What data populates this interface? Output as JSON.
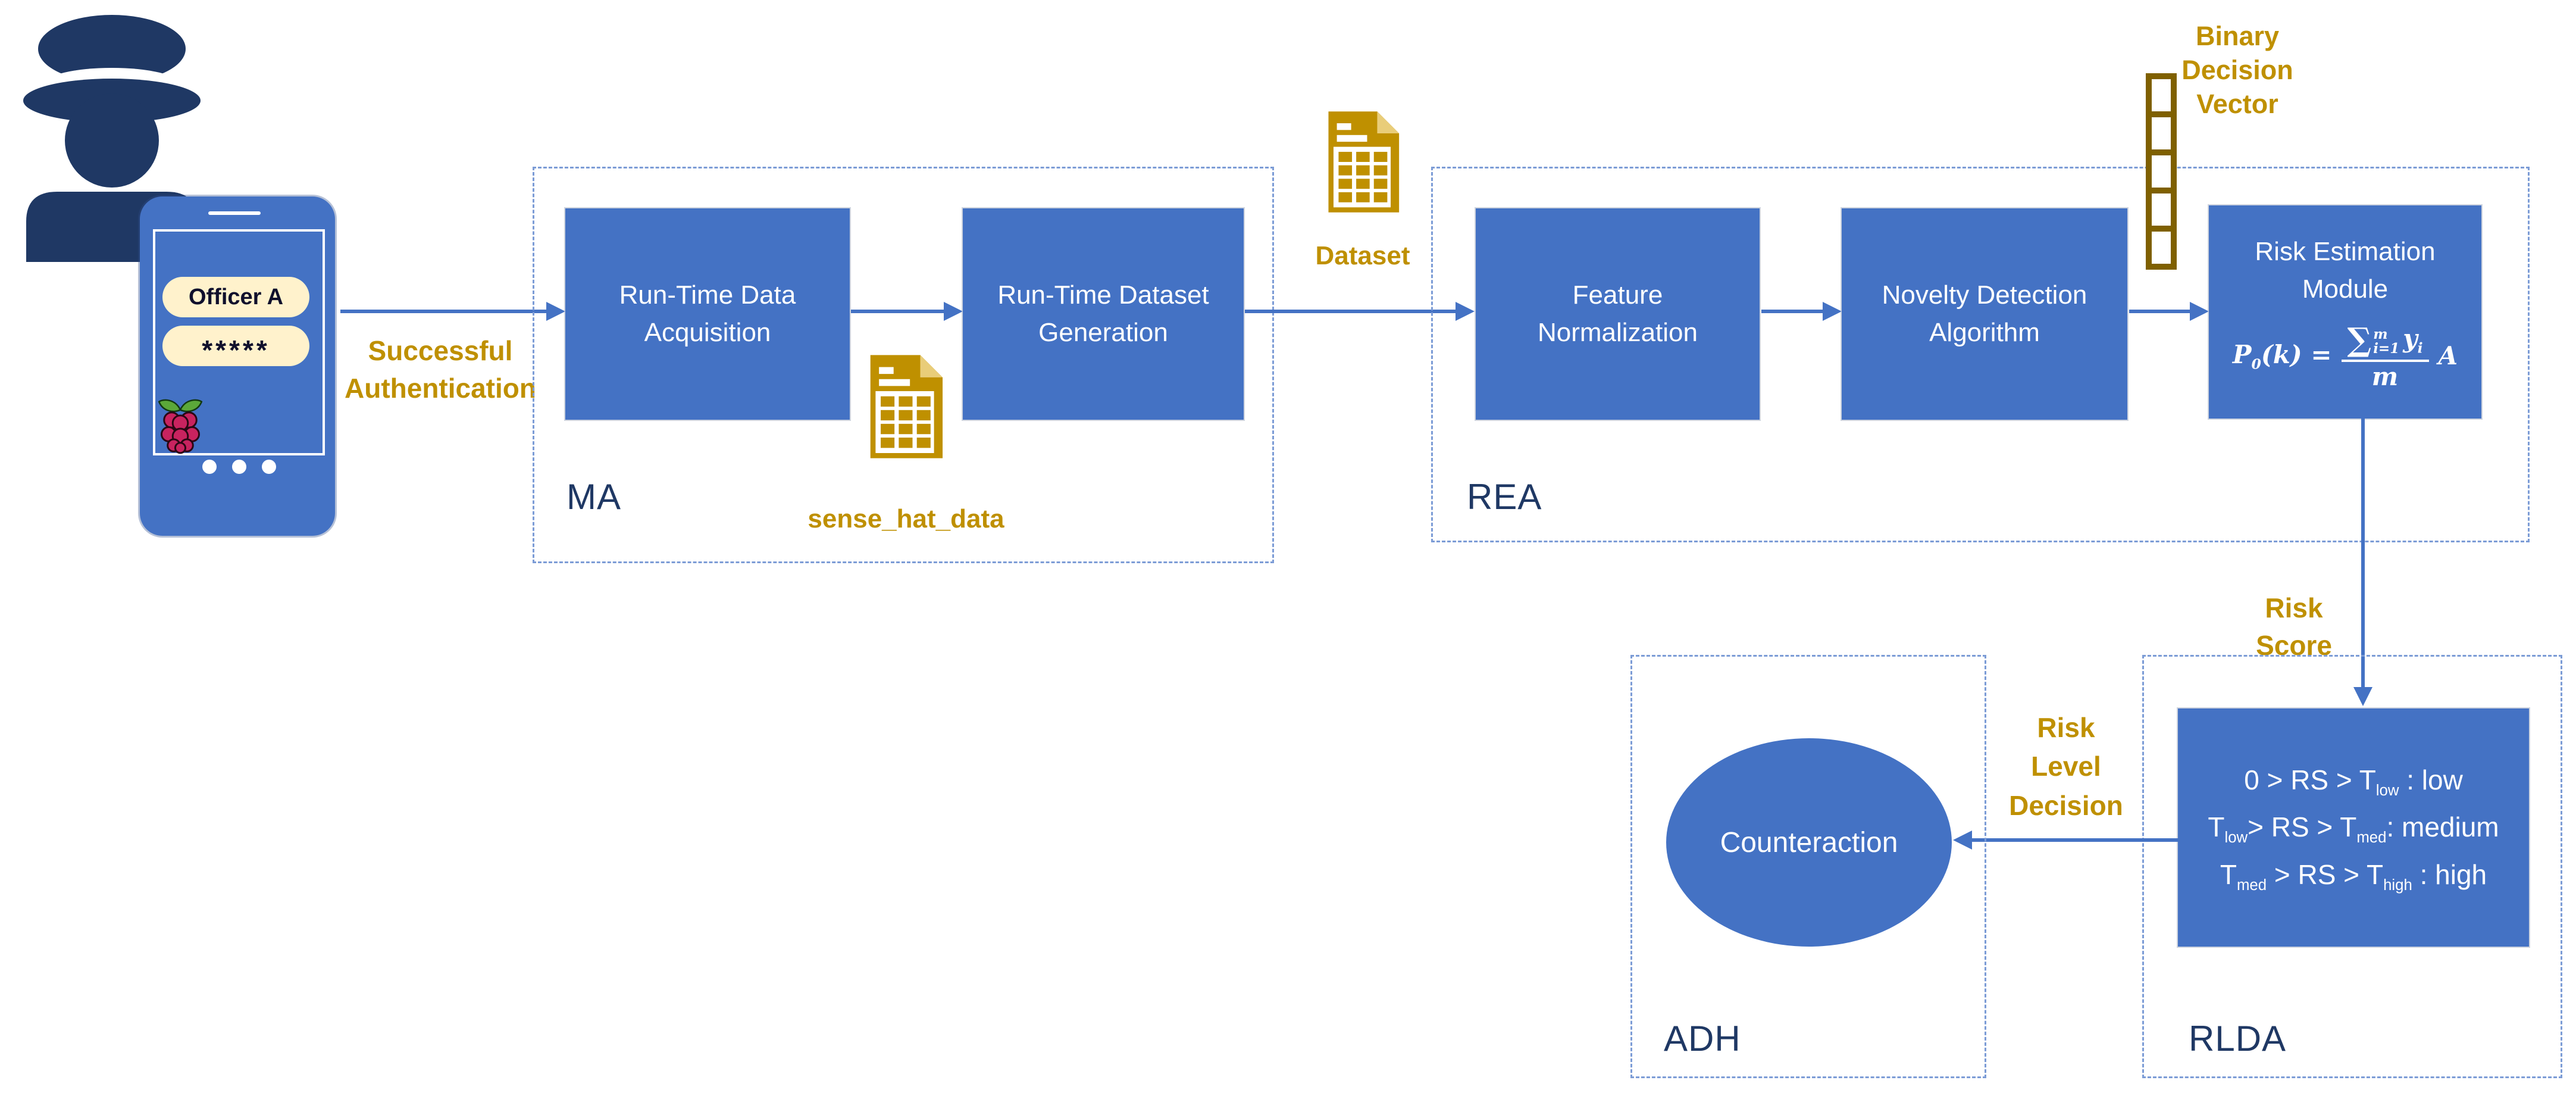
{
  "diagram_title": "",
  "colors": {
    "process_box_blue": "#4472C4",
    "dashed_border_blue": "#7C9CD6",
    "container_label_navy": "#1F3864",
    "annotation_gold": "#BF9000",
    "binary_vector_gold": "#7F6000",
    "file_icon_gold": "#BF9000",
    "credential_pill_cream": "#FFF2CC",
    "officer_navy": "#1F3864",
    "raspberry_red": "#C8235F",
    "leaf_green": "#5BA839",
    "box_text_white": "#FFFFFF"
  },
  "icons": {
    "officer": "police-officer-icon",
    "phone": "smartphone-device",
    "raspberry": "raspberry-pi-logo",
    "sense_hat_file": "spreadsheet-file-icon",
    "dataset_file": "spreadsheet-file-icon",
    "binary_vector": "binary-vector-cells-icon"
  },
  "phone": {
    "username": "Officer A",
    "password": "*****"
  },
  "auth_label": {
    "line1": "Successful",
    "line2": "Authentication"
  },
  "containers": {
    "ma": {
      "label": "MA"
    },
    "rea": {
      "label": "REA"
    },
    "rlda": {
      "label": "RLDA"
    },
    "adh": {
      "label": "ADH"
    }
  },
  "boxes": {
    "rtda": {
      "line1": "Run-Time Data",
      "line2": "Acquisition"
    },
    "rtdg": {
      "line1": "Run-Time Dataset",
      "line2": "Generation"
    },
    "fn": {
      "line1": "Feature",
      "line2": "Normalization"
    },
    "nda": {
      "line1": "Novelty Detection",
      "line2": "Algorithm"
    },
    "rem": {
      "line1": "Risk Estimation",
      "line2": "Module"
    }
  },
  "formula": {
    "p": "P",
    "p_sub": "0",
    "k": "(k)",
    "eq": "=",
    "sum": "∑",
    "sum_sup": "m",
    "sum_sub": "i=1",
    "num_y": "y",
    "num_y_sub": "i",
    "den": "m",
    "tail": "A"
  },
  "files": {
    "sense_hat": {
      "label": "sense_hat_data"
    },
    "dataset": {
      "label": "Dataset"
    }
  },
  "binary_vector_label": {
    "line1": "Binary",
    "line2": "Decision",
    "line3": "Vector",
    "cells": 5
  },
  "risk_score_label": {
    "line1": "Risk",
    "line2": "Score"
  },
  "risk_level_label": {
    "line1": "Risk",
    "line2": "Level",
    "line3": "Decision"
  },
  "rlda_rules": {
    "r1": {
      "a": "0 > RS > T",
      "a_sub": "low",
      "b": " : low",
      "b_sub": "",
      "c": ""
    },
    "r2": {
      "a": "T",
      "a_sub": "low",
      "b": "> RS > T",
      "b_sub": "med",
      "c": ": medium"
    },
    "r3": {
      "a": "T",
      "a_sub": "med",
      "b": " > RS > T",
      "b_sub": "high",
      "c": " : high"
    }
  },
  "counteraction": {
    "label": "Counteraction"
  }
}
